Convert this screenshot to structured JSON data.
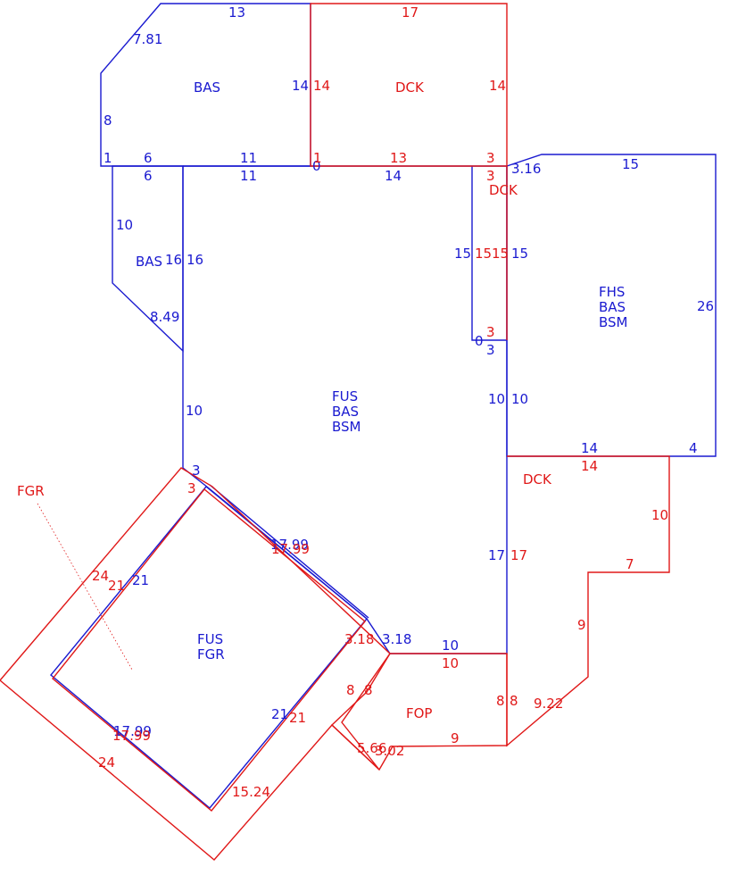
{
  "colors": {
    "blue": "#1a1ad0",
    "red": "#e01818"
  },
  "areas": {
    "bas_top": "BAS",
    "dck_top": "DCK",
    "dck_small": "DCK",
    "bas_left": "BAS",
    "fhs_lines": [
      "FHS",
      "BAS",
      "BSM"
    ],
    "fus_main_lines": [
      "FUS",
      "BAS",
      "BSM"
    ],
    "dck_right": "DCK",
    "fgr_label": "FGR",
    "fus_fgr_lines": [
      "FUS",
      "FGR"
    ],
    "fop": "FOP"
  },
  "dims_blue": {
    "d13_top": "13",
    "d7_81": "7.81",
    "d14_bas": "14",
    "d8_bas": "8",
    "d1_bas": "1",
    "d6_a": "6",
    "d11_a": "11",
    "d6_b": "6",
    "d11_b": "11",
    "d0_a": "0",
    "d14_mid": "14",
    "d3_16": "3.16",
    "d15_fhs": "15",
    "d10_left": "10",
    "d16_a": "16",
    "d16_b": "16",
    "d8_49": "8.49",
    "d15_a": "15",
    "d15_b": "15",
    "d0_b": "0",
    "d3_b": "3",
    "d26": "26",
    "d10_c": "10",
    "d10_fus": "10",
    "d14_fhs": "14",
    "d4": "4",
    "d3_c": "3",
    "d17_99_a": "17.99",
    "d21_a": "21",
    "d17_right": "17",
    "d3_18_b": "3.18",
    "d10_fop": "10",
    "d21_b": "21",
    "d17_99_c": "17.99"
  },
  "dims_red": {
    "d17_top": "17",
    "d14_a": "14",
    "d14_b": "14",
    "d1": "1",
    "d13": "13",
    "d3_a": "3",
    "d3_b": "3",
    "d15_a": "15",
    "d15_b": "15",
    "d3_c": "3",
    "d14_c": "14",
    "d10_a": "10",
    "d7": "7",
    "d9_a": "9",
    "d17": "17",
    "d3_d": "3",
    "d17_99": "17.99",
    "d24_a": "24",
    "d21_a": "21",
    "d3_18": "3.18",
    "d10_b": "10",
    "d8_a": "8",
    "d8_b": "8",
    "d8_c": "8",
    "d8_d": "8",
    "d9_22": "9.22",
    "d9_b": "9",
    "d5_66": "5.66",
    "d3_02": "3.02",
    "d21_b": "21",
    "d17_99_b": "17.99",
    "d24_b": "24",
    "d15_24": "15.24"
  }
}
